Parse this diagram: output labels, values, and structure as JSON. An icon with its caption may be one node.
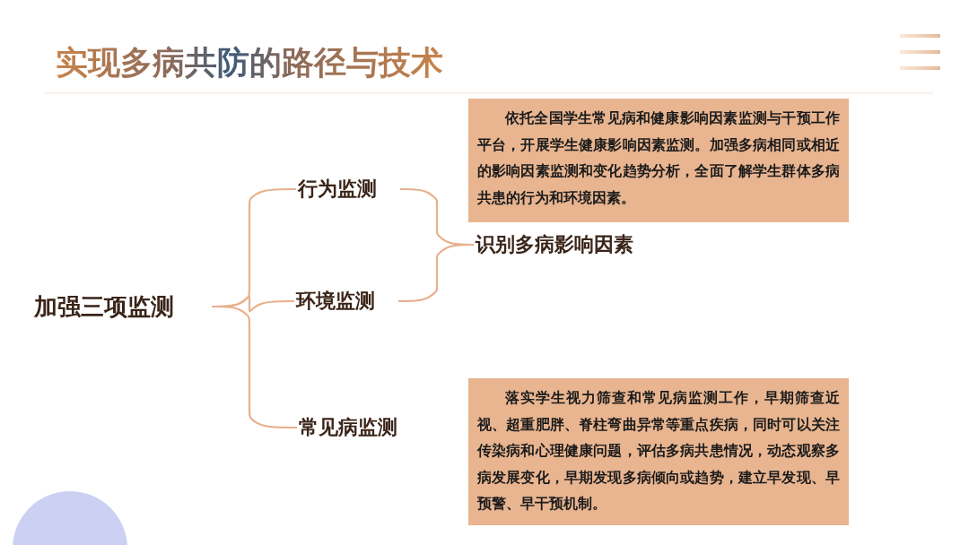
{
  "diagram": {
    "title": "实现多病共防的路径与技术",
    "nodes": [
      {
        "text": [
          "加强三项监测"
        ]
      },
      {
        "text": [
          "行为监测"
        ]
      },
      {
        "text": [
          "环境监测"
        ]
      },
      {
        "text": [
          "常见病监测"
        ]
      },
      {
        "text": [
          "识别多病影响因素"
        ]
      },
      {
        "text": [
          "依托全国学生常见病和健康影响因素监测与干预工作平台，开展学生健康影响因素监测。加强多病相同或相近的影响因素监测和变化趋势分析，全面了解学生群体多病共患的行为和环境因素。"
        ]
      },
      {
        "text": [
          "落实学生视力筛查和常见病监测工作，早期筛查近视、超重肥胖、脊柱弯曲异常等重点疾病，同时可以关注传染病和心理健康问题，评估多病共患情况，动态观察多病发展变化，早期发现多病倾向或趋势，建立早发现、早预警、早干预机制。"
        ]
      }
    ],
    "edges": [
      {
        "from": 0,
        "to": 1,
        "arrow": "none"
      },
      {
        "from": 0,
        "to": 2,
        "arrow": "none"
      },
      {
        "from": 0,
        "to": 3,
        "arrow": "none"
      },
      {
        "from": 1,
        "to": 4,
        "arrow": "none"
      },
      {
        "from": 2,
        "to": 4,
        "arrow": "none"
      }
    ]
  }
}
